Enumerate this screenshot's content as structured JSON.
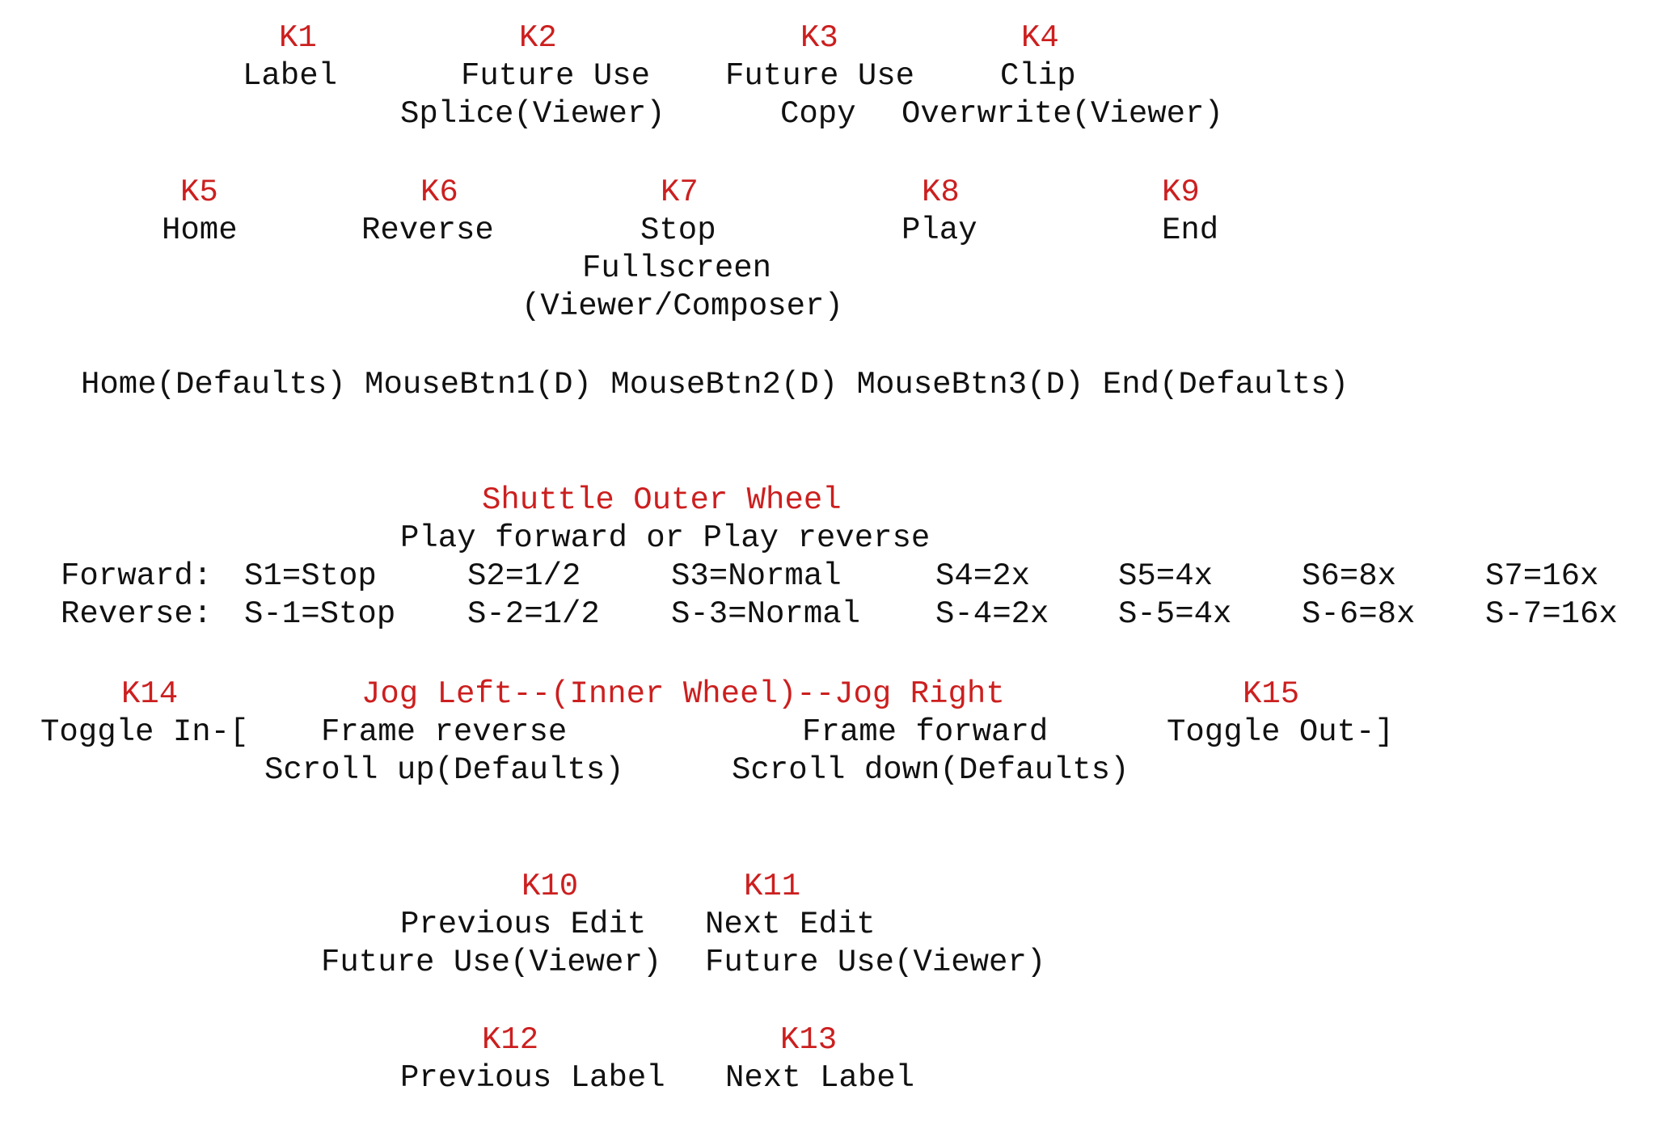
{
  "colors": {
    "key_label": "#cc1f1f",
    "text": "#111111",
    "background": "#ffffff"
  },
  "top_keys": [
    {
      "id": "K1",
      "name": "k1",
      "lines": [
        "Label"
      ]
    },
    {
      "id": "K2",
      "name": "k2",
      "lines": [
        "Future Use",
        "Splice(Viewer)"
      ]
    },
    {
      "id": "K3",
      "name": "k3",
      "lines": [
        "Future Use",
        "Copy"
      ]
    },
    {
      "id": "K4",
      "name": "k4",
      "lines": [
        "Clip",
        "Overwrite(Viewer)"
      ]
    }
  ],
  "transport_keys": [
    {
      "id": "K5",
      "name": "k5",
      "lines": [
        "Home"
      ]
    },
    {
      "id": "K6",
      "name": "k6",
      "lines": [
        "Reverse"
      ]
    },
    {
      "id": "K7",
      "name": "k7",
      "lines": [
        "Stop",
        "Fullscreen",
        "(Viewer/Composer)"
      ]
    },
    {
      "id": "K8",
      "name": "k8",
      "lines": [
        "Play"
      ]
    },
    {
      "id": "K9",
      "name": "k9",
      "lines": [
        "End"
      ]
    }
  ],
  "defaults_row": "Home(Defaults) MouseBtn1(D) MouseBtn2(D) MouseBtn3(D) End(Defaults)",
  "shuttle": {
    "title": "Shuttle Outer Wheel",
    "subtitle": "Play forward or Play reverse",
    "forward": {
      "label": "Forward:",
      "steps": [
        "S1=Stop",
        "S2=1/2",
        "S3=Normal",
        "S4=2x",
        "S5=4x",
        "S6=8x",
        "S7=16x"
      ]
    },
    "reverse": {
      "label": "Reverse:",
      "steps": [
        "S-1=Stop",
        "S-2=1/2",
        "S-3=Normal",
        "S-4=2x",
        "S-5=4x",
        "S-6=8x",
        "S-7=16x"
      ]
    }
  },
  "jog": {
    "k14": {
      "id": "K14",
      "line": "Toggle In-["
    },
    "title": "Jog Left--(Inner Wheel)--Jog Right",
    "left": {
      "line1": "Frame reverse",
      "line2": "Scroll up(Defaults)"
    },
    "right": {
      "line1": "Frame forward",
      "line2": "Scroll down(Defaults)"
    },
    "k15": {
      "id": "K15",
      "line": "Toggle Out-]"
    }
  },
  "edit_keys": [
    {
      "id": "K10",
      "name": "k10",
      "lines": [
        "Previous Edit",
        "Future Use(Viewer)"
      ]
    },
    {
      "id": "K11",
      "name": "k11",
      "lines": [
        "Next Edit",
        "Future Use(Viewer)"
      ]
    }
  ],
  "label_keys": [
    {
      "id": "K12",
      "name": "k12",
      "lines": [
        "Previous Label"
      ]
    },
    {
      "id": "K13",
      "name": "k13",
      "lines": [
        "Next Label"
      ]
    }
  ]
}
